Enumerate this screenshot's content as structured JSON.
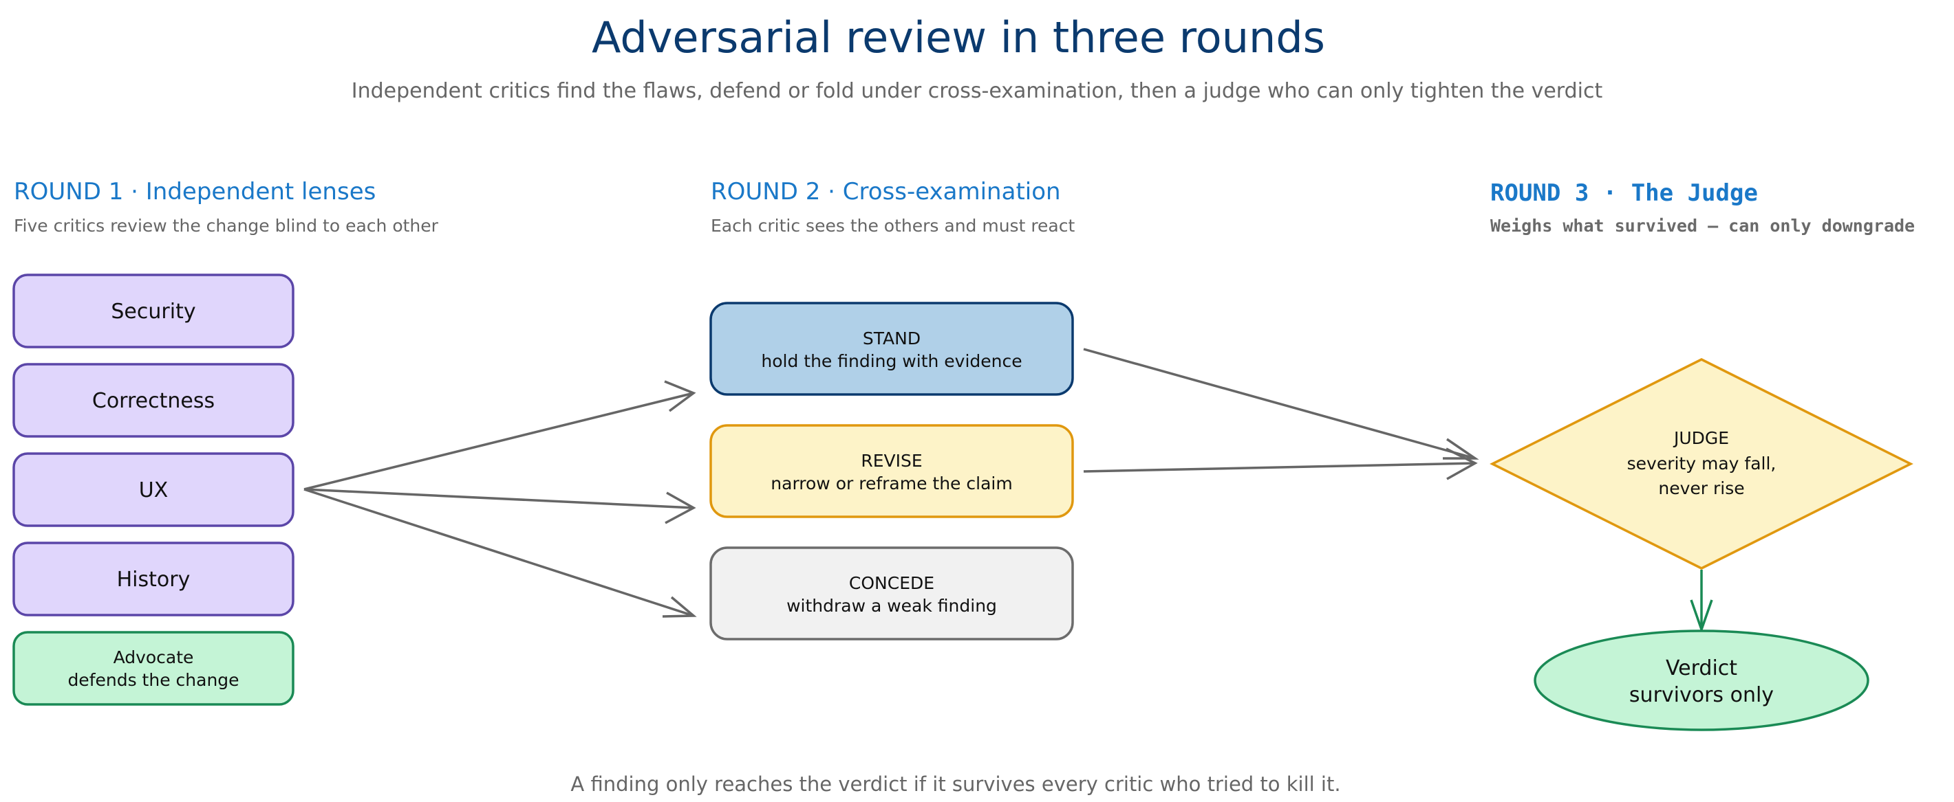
{
  "title": "Adversarial review in three rounds",
  "subtitle": "Independent critics find the flaws, defend or fold under cross-examination, then a judge who can only tighten the verdict",
  "rounds": [
    {
      "heading": "ROUND 1 · Independent lenses",
      "description": "Five critics review the change blind to each other"
    },
    {
      "heading": "ROUND 2 · Cross-examination",
      "description": "Each critic sees the others and must react"
    },
    {
      "heading": "ROUND 3 · The Judge",
      "description": "Weighs what survived — can only downgrade"
    }
  ],
  "critics": [
    {
      "label": "Security"
    },
    {
      "label": "Correctness"
    },
    {
      "label": "UX"
    },
    {
      "label": "History"
    }
  ],
  "advocate": {
    "line1": "Advocate",
    "line2": "defends the change"
  },
  "responses": {
    "stand": {
      "line1": "STAND",
      "line2": "hold the finding with evidence"
    },
    "revise": {
      "line1": "REVISE",
      "line2": "narrow or reframe the claim"
    },
    "concede": {
      "line1": "CONCEDE",
      "line2": "withdraw a weak finding"
    }
  },
  "judge": {
    "line1": "JUDGE",
    "line2": "severity may fall,",
    "line3": "never rise"
  },
  "verdict": {
    "line1": "Verdict",
    "line2": "survivors only"
  },
  "footer": "A finding only reaches the verdict if it survives every critic who tried to kill it.",
  "colors": {
    "title": "#0b3a6e",
    "round_heading": "#1a78c8",
    "critic_fill": "#e0d6fc",
    "critic_stroke": "#5b46a8",
    "advocate_fill": "#c4f4d6",
    "advocate_stroke": "#1a8a55",
    "stand_fill": "#b0d0e8",
    "stand_stroke": "#0b3a6e",
    "revise_fill": "#fdf3c8",
    "revise_stroke": "#e0980f",
    "concede_fill": "#f1f1f1",
    "concede_stroke": "#6c6c6c",
    "judge_fill": "#fdf3c8",
    "judge_stroke": "#e0980f",
    "verdict_fill": "#c4f4d6",
    "verdict_stroke": "#1a8a55",
    "arrow": "#666666"
  }
}
